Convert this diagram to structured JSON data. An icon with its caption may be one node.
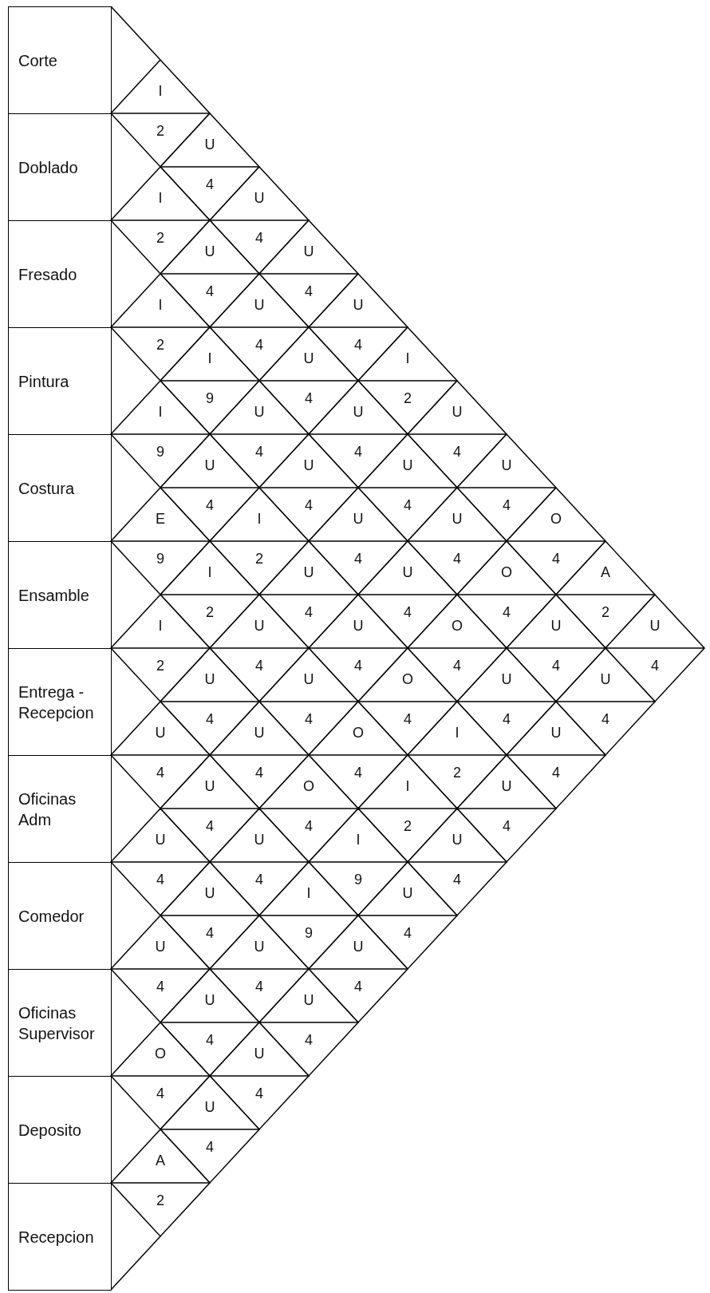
{
  "diagram": {
    "nodes": [
      {
        "text": [
          "Corte"
        ]
      },
      {
        "text": [
          "Doblado"
        ]
      },
      {
        "text": [
          "Fresado"
        ]
      },
      {
        "text": [
          "Pintura"
        ]
      },
      {
        "text": [
          "Costura"
        ]
      },
      {
        "text": [
          "Ensamble"
        ]
      },
      {
        "text": [
          "Entrega - Recepcion"
        ]
      },
      {
        "text": [
          "Oficinas Adm"
        ]
      },
      {
        "text": [
          "Comedor"
        ]
      },
      {
        "text": [
          "Oficinas Supervisor"
        ]
      },
      {
        "text": [
          "Deposito"
        ]
      },
      {
        "text": [
          "Recepcion"
        ]
      },
      {
        "text": [
          "I",
          "2"
        ]
      },
      {
        "text": [
          "U",
          "4"
        ]
      },
      {
        "text": [
          "U",
          "4"
        ]
      },
      {
        "text": [
          "U",
          "4"
        ]
      },
      {
        "text": [
          "U",
          "4"
        ]
      },
      {
        "text": [
          "I",
          "2"
        ]
      },
      {
        "text": [
          "U",
          "4"
        ]
      },
      {
        "text": [
          "U",
          "4"
        ]
      },
      {
        "text": [
          "O",
          "4"
        ]
      },
      {
        "text": [
          "A",
          "2"
        ]
      },
      {
        "text": [
          "U",
          "4"
        ]
      },
      {
        "text": [
          "I",
          "2"
        ]
      },
      {
        "text": [
          "U",
          "4"
        ]
      },
      {
        "text": [
          "U",
          "4"
        ]
      },
      {
        "text": [
          "U",
          "4"
        ]
      },
      {
        "text": [
          "U",
          "4"
        ]
      },
      {
        "text": [
          "U",
          "4"
        ]
      },
      {
        "text": [
          "U",
          "4"
        ]
      },
      {
        "text": [
          "O",
          "4"
        ]
      },
      {
        "text": [
          "U",
          "4"
        ]
      },
      {
        "text": [
          "U",
          "4"
        ]
      },
      {
        "text": [
          "I",
          "2"
        ]
      },
      {
        "text": [
          "I",
          "9"
        ]
      },
      {
        "text": [
          "U",
          "4"
        ]
      },
      {
        "text": [
          "U",
          "4"
        ]
      },
      {
        "text": [
          "U",
          "4"
        ]
      },
      {
        "text": [
          "U",
          "4"
        ]
      },
      {
        "text": [
          "O",
          "4"
        ]
      },
      {
        "text": [
          "U",
          "4"
        ]
      },
      {
        "text": [
          "U",
          "4"
        ]
      },
      {
        "text": [
          "I",
          "9"
        ]
      },
      {
        "text": [
          "U",
          "4"
        ]
      },
      {
        "text": [
          "I",
          "2"
        ]
      },
      {
        "text": [
          "U",
          "4"
        ]
      },
      {
        "text": [
          "U",
          "4"
        ]
      },
      {
        "text": [
          "O",
          "4"
        ]
      },
      {
        "text": [
          "I",
          "2"
        ]
      },
      {
        "text": [
          "U",
          "4"
        ]
      },
      {
        "text": [
          "E",
          "9"
        ]
      },
      {
        "text": [
          "I",
          "2"
        ]
      },
      {
        "text": [
          "U",
          "4"
        ]
      },
      {
        "text": [
          "U",
          "4"
        ]
      },
      {
        "text": [
          "O",
          "4"
        ]
      },
      {
        "text": [
          "I",
          "2"
        ]
      },
      {
        "text": [
          "U",
          "4"
        ]
      },
      {
        "text": [
          "I",
          "2"
        ]
      },
      {
        "text": [
          "U",
          "4"
        ]
      },
      {
        "text": [
          "U",
          "4"
        ]
      },
      {
        "text": [
          "O",
          "4"
        ]
      },
      {
        "text": [
          "I",
          "9"
        ]
      },
      {
        "text": [
          "U",
          "4"
        ]
      },
      {
        "text": [
          "U",
          "4"
        ]
      },
      {
        "text": [
          "U",
          "4"
        ]
      },
      {
        "text": [
          "U",
          "4"
        ]
      },
      {
        "text": [
          "I",
          "9"
        ]
      },
      {
        "text": [
          "U",
          "4"
        ]
      },
      {
        "text": [
          "U",
          "4"
        ]
      },
      {
        "text": [
          "U",
          "4"
        ]
      },
      {
        "text": [
          "U",
          "4"
        ]
      },
      {
        "text": [
          "U",
          "4"
        ]
      },
      {
        "text": [
          "U",
          "4"
        ]
      },
      {
        "text": [
          "U",
          "4"
        ]
      },
      {
        "text": [
          "U",
          "4"
        ]
      },
      {
        "text": [
          "O",
          "4"
        ]
      },
      {
        "text": [
          "U",
          "4"
        ]
      },
      {
        "text": [
          "A",
          "2"
        ]
      }
    ]
  }
}
